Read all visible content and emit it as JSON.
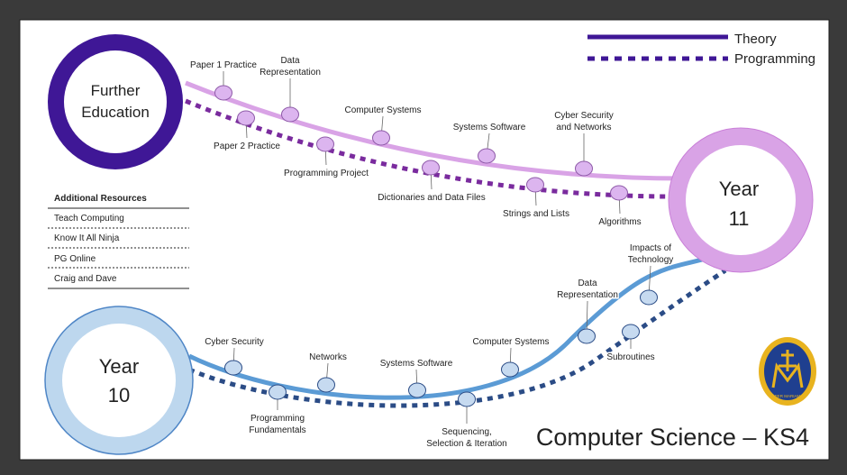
{
  "title": "Computer Science – KS4",
  "legend": {
    "theory": "Theory",
    "programming": "Programming"
  },
  "colors": {
    "frame": "#3a3a3a",
    "canvas": "#ffffff",
    "further_education": "#3f1796",
    "year11_ring": "#d9a3e6",
    "year11_ring_stroke": "#c97fd8",
    "year10_ring": "#bdd7ee",
    "year10_ring_stroke": "#4f86c6",
    "theory_line_upper": "#d9a3e6",
    "programming_line_upper": "#7a2b9e",
    "theory_line_lower": "#5b9bd5",
    "programming_line_lower": "#2b4c86",
    "upper_node": "#dcb5ef",
    "lower_node": "#c6daf0",
    "legend_line": "#3f1796",
    "badge_fill": "#1f3f8f",
    "badge_ring": "#e8b31f"
  },
  "further_education": {
    "line1": "Further",
    "line2": "Education"
  },
  "year11": {
    "line1": "Year",
    "line2": "11"
  },
  "year10": {
    "line1": "Year",
    "line2": "10"
  },
  "resources": {
    "heading": "Additional Resources",
    "items": [
      "Teach Computing",
      "Know It All Ninja",
      "PG Online",
      "Craig and Dave"
    ]
  },
  "year11_theory": [
    {
      "lines": [
        "Paper 1 Practice"
      ]
    },
    {
      "lines": [
        "Data",
        "Representation"
      ]
    },
    {
      "lines": [
        "Computer Systems"
      ]
    },
    {
      "lines": [
        "Systems Software"
      ]
    },
    {
      "lines": [
        "Cyber Security",
        "and Networks"
      ]
    }
  ],
  "year11_programming": [
    {
      "lines": [
        "Paper 2 Practice"
      ]
    },
    {
      "lines": [
        "Programming Project"
      ]
    },
    {
      "lines": [
        "Dictionaries and Data Files"
      ]
    },
    {
      "lines": [
        "Strings and Lists"
      ]
    },
    {
      "lines": [
        "Algorithms"
      ]
    }
  ],
  "year10_theory": [
    {
      "lines": [
        "Cyber Security"
      ]
    },
    {
      "lines": [
        "Networks"
      ]
    },
    {
      "lines": [
        "Systems Software"
      ]
    },
    {
      "lines": [
        "Computer Systems"
      ]
    },
    {
      "lines": [
        "Data",
        "Representation"
      ]
    },
    {
      "lines": [
        "Impacts of",
        "Technology"
      ]
    }
  ],
  "year10_programming": [
    {
      "lines": [
        "Programming",
        "Fundamentals"
      ]
    },
    {
      "lines": [
        "Sequencing,",
        "Selection & Iteration"
      ]
    },
    {
      "lines": [
        "Subroutines"
      ]
    }
  ],
  "badge": {
    "motto": "PER MARIAM"
  }
}
